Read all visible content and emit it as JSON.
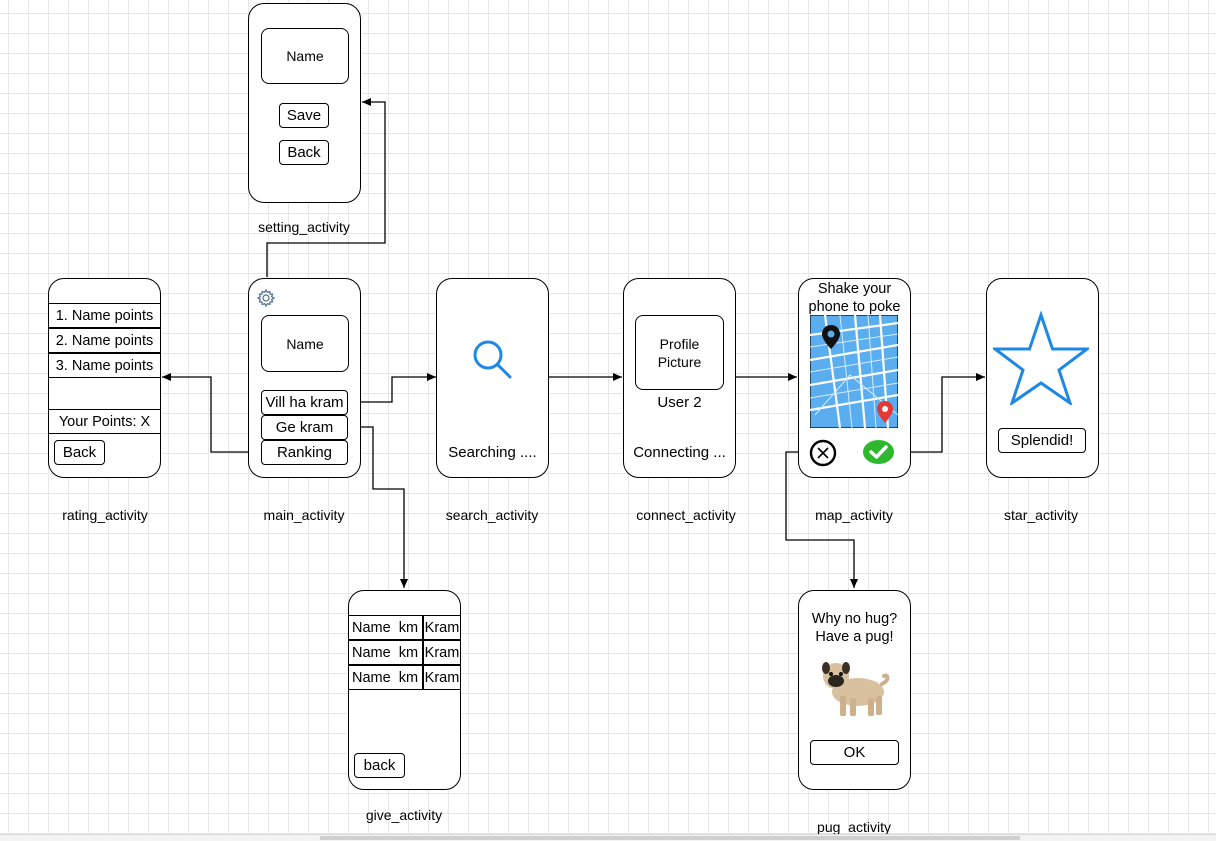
{
  "activities": {
    "setting": {
      "label": "setting_activity",
      "name_box": "Name",
      "save": "Save",
      "back": "Back"
    },
    "rating": {
      "label": "rating_activity",
      "rows": [
        "1. Name points",
        "2. Name points",
        "3. Name points"
      ],
      "your_points": "Your Points: X",
      "back": "Back"
    },
    "main": {
      "label": "main_activity",
      "name_box": "Name",
      "buttons": [
        "Vill ha kram",
        "Ge kram",
        "Ranking"
      ],
      "settings_icon": "gear-icon"
    },
    "search": {
      "label": "search_activity",
      "status": "Searching ....",
      "icon": "search-icon"
    },
    "connect": {
      "label": "connect_activity",
      "profile_box": "Profile Picture",
      "user": "User 2",
      "status": "Connecting ..."
    },
    "map": {
      "label": "map_activity",
      "prompt": "Shake your phone to poke",
      "reject_icon": "close-circle-icon",
      "accept_icon": "check-circle-icon"
    },
    "star": {
      "label": "star_activity",
      "icon": "star-icon",
      "button": "Splendid!"
    },
    "give": {
      "label": "give_activity",
      "rows": [
        [
          "Name",
          "km",
          "Kram"
        ],
        [
          "Name",
          "km",
          "Kram"
        ],
        [
          "Name",
          "km",
          "Kram"
        ]
      ],
      "back": "back"
    },
    "pug": {
      "label": "pug_activity",
      "message": "Why no hug? Have a pug!",
      "image": "pug-image",
      "ok": "OK"
    }
  },
  "colors": {
    "accent_blue": "#1e88e5",
    "map_blue": "#64b5f6",
    "check_green": "#2eb82e",
    "pin_red": "#e53935"
  }
}
